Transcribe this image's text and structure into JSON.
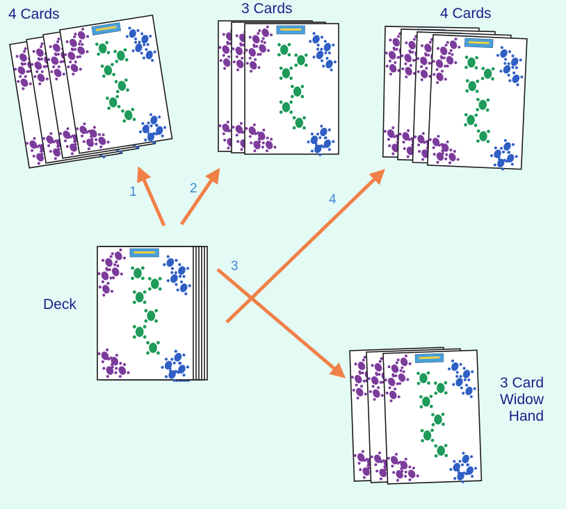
{
  "labels": {
    "pile1": "4 Cards",
    "pile2": "3 Cards",
    "pile3": "4 Cards",
    "deck": "Deck",
    "widow_line1": "3 Card",
    "widow_line2": "Widow",
    "widow_line3": "Hand"
  },
  "steps": [
    "1",
    "2",
    "3",
    "4"
  ],
  "colors": {
    "background": "#e4fbf5",
    "arrow": "#f08048",
    "label_text": "#1c1c86",
    "step_text": "#3d86d8",
    "purple_print": "#7c3c9c",
    "green_print": "#1e9a5a",
    "blue_print": "#2f5fc4",
    "card_logo": "#4aa0d8"
  },
  "piles": [
    {
      "name": "pile-1",
      "cards": 4
    },
    {
      "name": "pile-2",
      "cards": 3
    },
    {
      "name": "pile-3",
      "cards": 4
    },
    {
      "name": "deck",
      "cards": 6
    },
    {
      "name": "widow-hand",
      "cards": 3
    }
  ]
}
